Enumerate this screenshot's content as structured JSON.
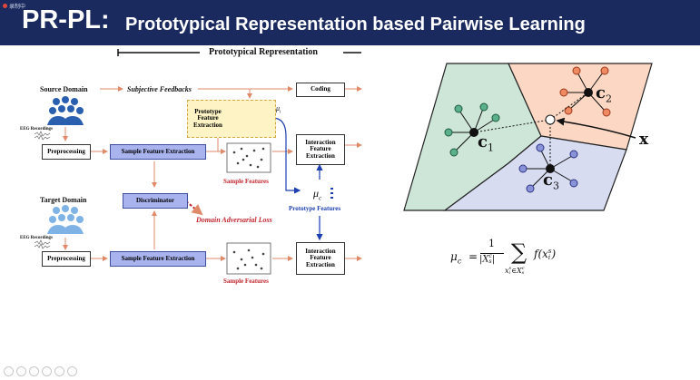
{
  "recording": {
    "label": "录制中"
  },
  "header": {
    "title_short": "PR-PL:",
    "title_long": "Prototypical Representation based Pairwise Learning"
  },
  "diagram": {
    "section_title": "Prototypical Representation",
    "source_domain": "Source Domain",
    "target_domain": "Target Domain",
    "eeg_recordings": "EEG Recordings",
    "subjective_feedbacks": "Subjective Feedbacks",
    "coding": "Coding",
    "preprocessing": "Preprocessing",
    "sample_feature_extraction": "Sample Feature Extraction",
    "prototype_feature_extraction": "Prototype Feature Extraction",
    "interaction_feature_extraction": "Interaction Feature Extraction",
    "sample_features": "Sample Features",
    "prototype_features": "Prototype Features",
    "discriminator": "Discriminator",
    "domain_adversarial_loss": "Domain Adversarial Loss",
    "mu_i": "μ",
    "mu_i_sub": "i",
    "mu_c": "μ",
    "mu_c_sub": "c"
  },
  "voronoi": {
    "c1": "c",
    "c1_sub": "1",
    "c2": "c",
    "c2_sub": "2",
    "c3": "c",
    "c3_sub": "3",
    "x": "x",
    "colors": {
      "green": "#cde6d8",
      "orange": "#fbd7c4",
      "purple": "#d7dcf0"
    }
  },
  "formula": {
    "lhs": "μ",
    "lhs_sub": "c",
    "equals": "=",
    "numerator": "1",
    "denominator": "|X",
    "denominator_sup": "c",
    "denominator_sub": "s",
    "denominator_end": "|",
    "sum": "∑",
    "sum_under": "x",
    "sum_under_sup": "s",
    "sum_under_sub": "i",
    "sum_under_rest": "∈X",
    "sum_under_rest_sup": "c",
    "sum_under_rest_sub": "s",
    "fx": "f(x",
    "fx_sup": "s",
    "fx_sub": "i",
    "fx_end": ")"
  }
}
